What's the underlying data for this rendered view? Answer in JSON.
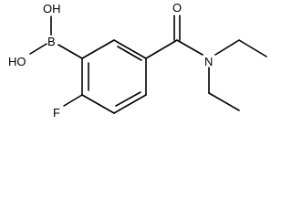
{
  "molecule": {
    "atoms": {
      "boronic_oh_top": "OH",
      "boronic_oh_left": "HO",
      "boron": "B",
      "fluorine": "F",
      "carbonyl_oxygen": "O",
      "amide_nitrogen": "N"
    }
  }
}
